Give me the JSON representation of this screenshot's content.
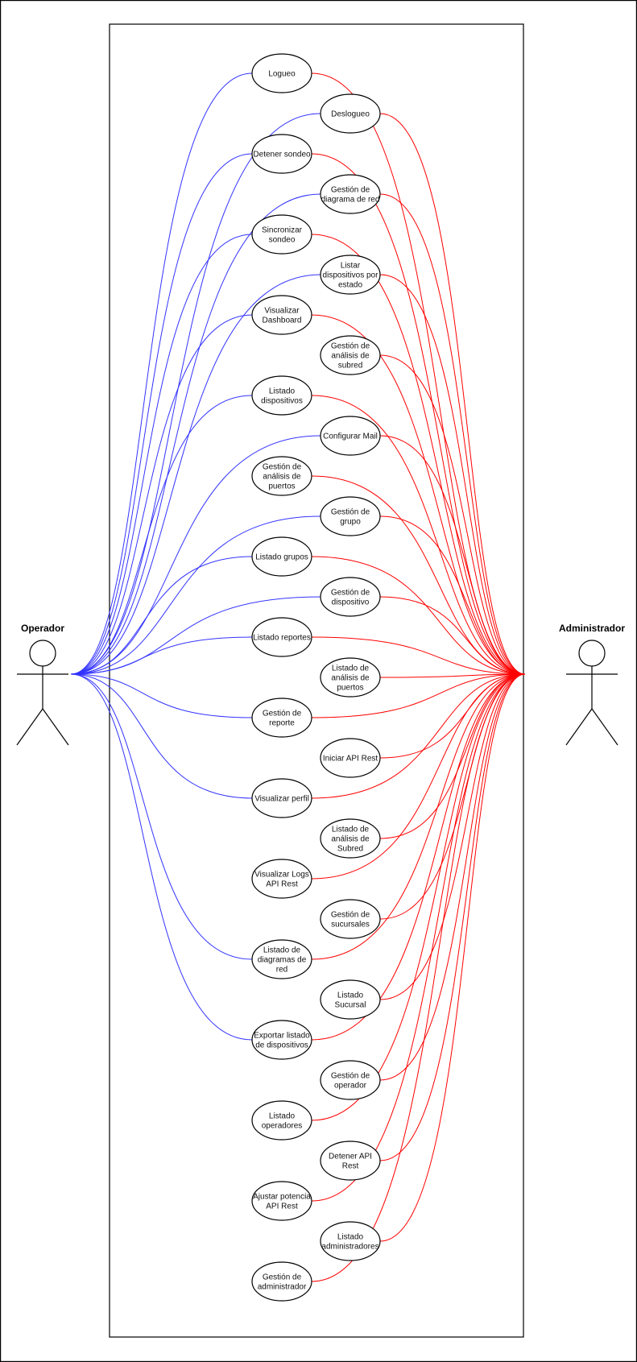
{
  "actors": {
    "left": {
      "label": "Operador"
    },
    "right": {
      "label": "Administrador"
    }
  },
  "colors": {
    "operator_link": "#3333ff",
    "admin_link": "#ff0000",
    "outline": "#000000"
  },
  "use_cases": [
    {
      "id": "logueo",
      "lines": [
        "Logueo"
      ],
      "operador": true
    },
    {
      "id": "deslogueo",
      "lines": [
        "Deslogueo"
      ],
      "operador": true
    },
    {
      "id": "detener-sondeo",
      "lines": [
        "Detener sondeo"
      ],
      "operador": true
    },
    {
      "id": "gestion-diagrama-red",
      "lines": [
        "Gestión de",
        "diagrama de red"
      ],
      "operador": true
    },
    {
      "id": "sincronizar-sondeo",
      "lines": [
        "Sincronizar",
        "sondeo"
      ],
      "operador": true
    },
    {
      "id": "listar-dispositivos-estado",
      "lines": [
        "Listar",
        "dispositivos por",
        "estado"
      ],
      "operador": true
    },
    {
      "id": "visualizar-dashboard",
      "lines": [
        "Visualizar",
        "Dashboard"
      ],
      "operador": true
    },
    {
      "id": "gestion-analisis-subred",
      "lines": [
        "Gestión de",
        "análisis de",
        "subred"
      ],
      "operador": false
    },
    {
      "id": "listado-dispositivos",
      "lines": [
        "Listado",
        "dispositivos"
      ],
      "operador": true
    },
    {
      "id": "configurar-mail",
      "lines": [
        "Configurar Mail"
      ],
      "operador": true
    },
    {
      "id": "gestion-analisis-puertos",
      "lines": [
        "Gestión de",
        "análisis de",
        "puertos"
      ],
      "operador": false
    },
    {
      "id": "gestion-grupo",
      "lines": [
        "Gestión de",
        "grupo"
      ],
      "operador": true
    },
    {
      "id": "listado-grupos",
      "lines": [
        "Listado grupos"
      ],
      "operador": true
    },
    {
      "id": "gestion-dispositivo",
      "lines": [
        "Gestión de",
        "dispositivo"
      ],
      "operador": true
    },
    {
      "id": "listado-reportes",
      "lines": [
        "Listado reportes"
      ],
      "operador": true
    },
    {
      "id": "listado-analisis-puertos",
      "lines": [
        "Listado de",
        "análisis de",
        "puertos"
      ],
      "operador": false
    },
    {
      "id": "gestion-reporte",
      "lines": [
        "Gestión de",
        "reporte"
      ],
      "operador": true
    },
    {
      "id": "iniciar-api-rest",
      "lines": [
        "Iniciar API Rest"
      ],
      "operador": false
    },
    {
      "id": "visualizar-perfil",
      "lines": [
        "Visualizar perfil"
      ],
      "operador": true
    },
    {
      "id": "listado-analisis-subred",
      "lines": [
        "Listado de",
        "análisis de",
        "Subred"
      ],
      "operador": false
    },
    {
      "id": "visualizar-logs-api",
      "lines": [
        "Visualizar Logs",
        "API Rest"
      ],
      "operador": false
    },
    {
      "id": "gestion-sucursales",
      "lines": [
        "Gestión de",
        "sucursales"
      ],
      "operador": false
    },
    {
      "id": "listado-diagramas-red",
      "lines": [
        "Listado de",
        "diagramas de",
        "red"
      ],
      "operador": true
    },
    {
      "id": "listado-sucursal",
      "lines": [
        "Listado",
        "Sucursal"
      ],
      "operador": false
    },
    {
      "id": "exportar-listado-dispositivos",
      "lines": [
        "Exportar listado",
        "de dispositivos"
      ],
      "operador": true
    },
    {
      "id": "gestion-operador",
      "lines": [
        "Gestión de",
        "operador"
      ],
      "operador": false
    },
    {
      "id": "listado-operadores",
      "lines": [
        "Listado",
        "operadores"
      ],
      "operador": false
    },
    {
      "id": "detener-api-rest",
      "lines": [
        "Detener API",
        "Rest"
      ],
      "operador": false
    },
    {
      "id": "ajustar-potencia-api",
      "lines": [
        "Ajustar potencia",
        "API Rest"
      ],
      "operador": false
    },
    {
      "id": "listado-administradores",
      "lines": [
        "Listado",
        "administradores"
      ],
      "operador": false
    },
    {
      "id": "gestion-administrador",
      "lines": [
        "Gestión de",
        "administrador"
      ],
      "operador": false
    }
  ]
}
